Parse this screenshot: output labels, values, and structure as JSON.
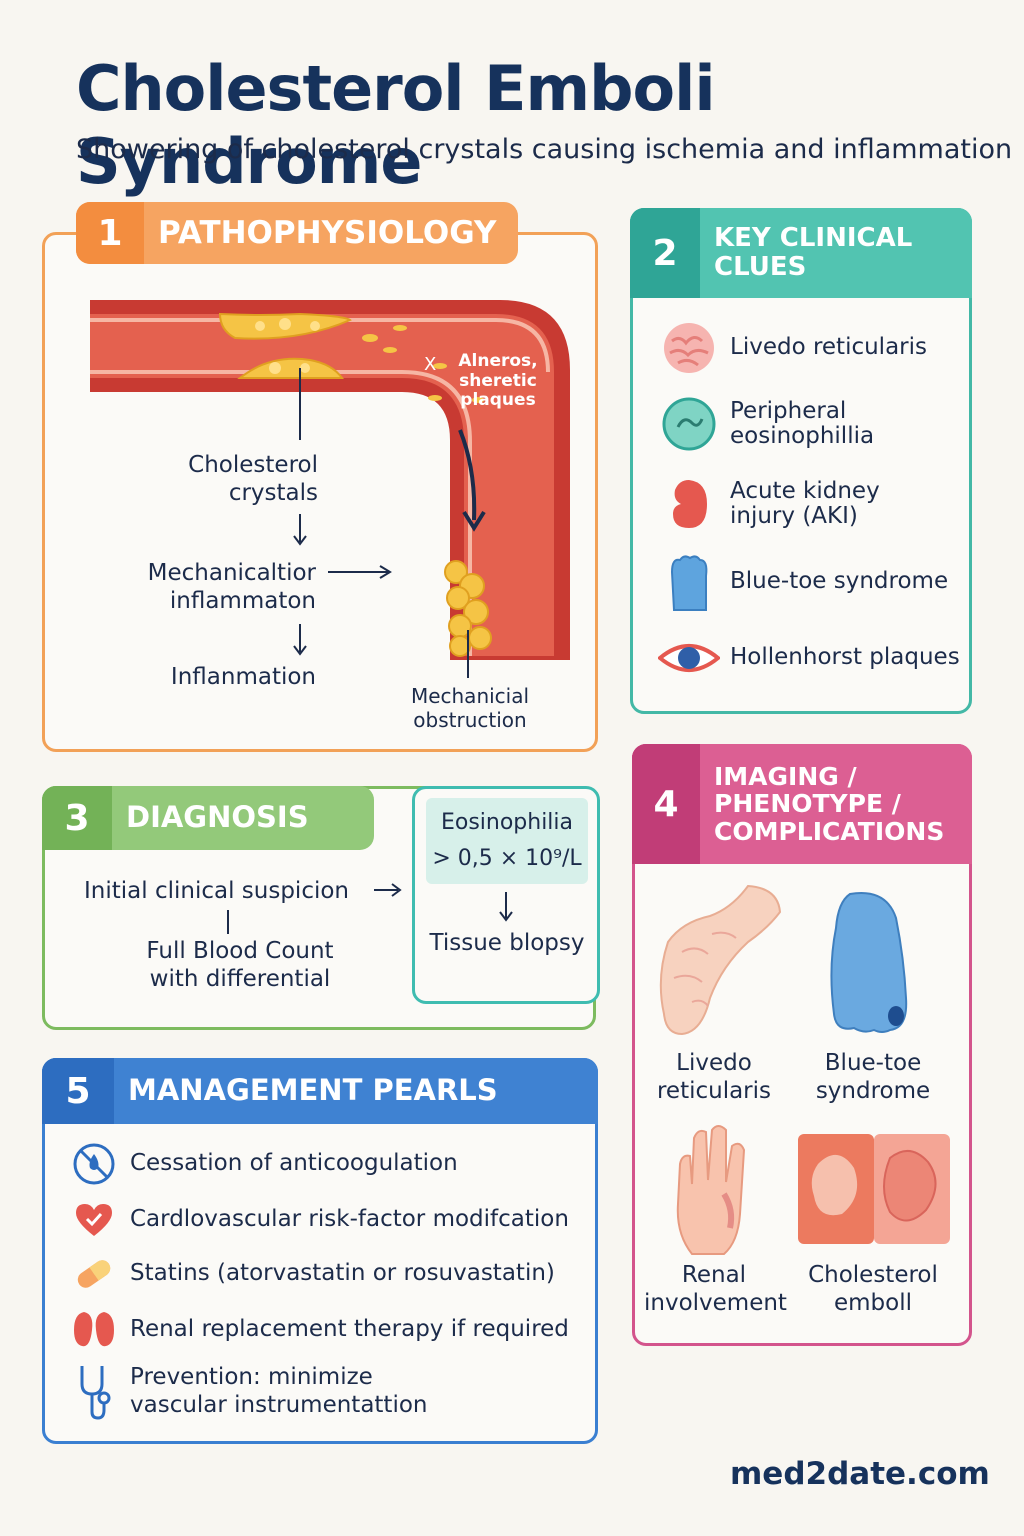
{
  "header": {
    "title": "Cholesterol Emboli Syndrome",
    "subtitle": "Showering of cholesterol crystals causing ischemia and inflammation"
  },
  "pathophysiology": {
    "number": "1",
    "title": "PATHOPHYSIOLOGY",
    "plaque_label": "Alneros, sheretic plaques",
    "plaque_marker": "X",
    "crystals_label": "Cholesterol crystals",
    "mechanical_label": "Mechanicaltior inflammaton",
    "inflammation_label": "Inflanmation",
    "obstruction_label": "Mechanicial obstruction"
  },
  "clinical_clues": {
    "number": "2",
    "title": "KEY CLINICAL CLUES",
    "items": [
      {
        "label": "Livedo reticularis",
        "icon": "skin-mottling-icon"
      },
      {
        "label": "Peripheral eosinophillia",
        "icon": "eosinophil-cell-icon"
      },
      {
        "label": "Acute kidney injury (AKI)",
        "icon": "kidney-icon"
      },
      {
        "label": "Blue-toe syndrome",
        "icon": "blue-toe-icon"
      },
      {
        "label": "Hollenhorst plaques",
        "icon": "eye-icon"
      }
    ]
  },
  "diagnosis": {
    "number": "3",
    "title": "DIAGNOSIS",
    "step1": "Initial clinical suspicion",
    "step2": "Full Blood Count with differential",
    "eos_line1": "Eosinophilia",
    "eos_line2": "> 0,5 × 10⁹/L",
    "biopsy": "Tissue blopsy"
  },
  "imaging": {
    "number": "4",
    "title": "IMAGING / PHENOTYPE / COMPLICATIONS",
    "items": [
      {
        "label": "Livedo reticularis",
        "icon": "mottled-foot-icon"
      },
      {
        "label": "Blue-toe syndrome",
        "icon": "blue-foot-icon"
      },
      {
        "label": "Renal involvement",
        "icon": "hand-icon"
      },
      {
        "label": "Cholesterol emboll",
        "icon": "histology-icon"
      }
    ]
  },
  "management": {
    "number": "5",
    "title": "MANAGEMENT PEARLS",
    "items": [
      {
        "label": "Cessation of anticoogulation",
        "icon": "no-anticoagulant-icon"
      },
      {
        "label": "Cardlovascular risk-factor modifcation",
        "icon": "heart-icon"
      },
      {
        "label": "Statins (atorvastatin or rosuvastatin)",
        "icon": "pill-icon"
      },
      {
        "label": "Renal replacement therapy if required",
        "icon": "kidneys-icon"
      },
      {
        "label": "Prevention: minimize vascular instrumentattion",
        "icon": "stethoscope-icon"
      }
    ]
  },
  "footer": {
    "brand": "med2date.com"
  },
  "colors": {
    "orange": "#f6a461",
    "teal": "#52c4b1",
    "green": "#93c97a",
    "pink": "#dc5f93",
    "blue": "#3f82d2",
    "navy": "#16325c"
  }
}
